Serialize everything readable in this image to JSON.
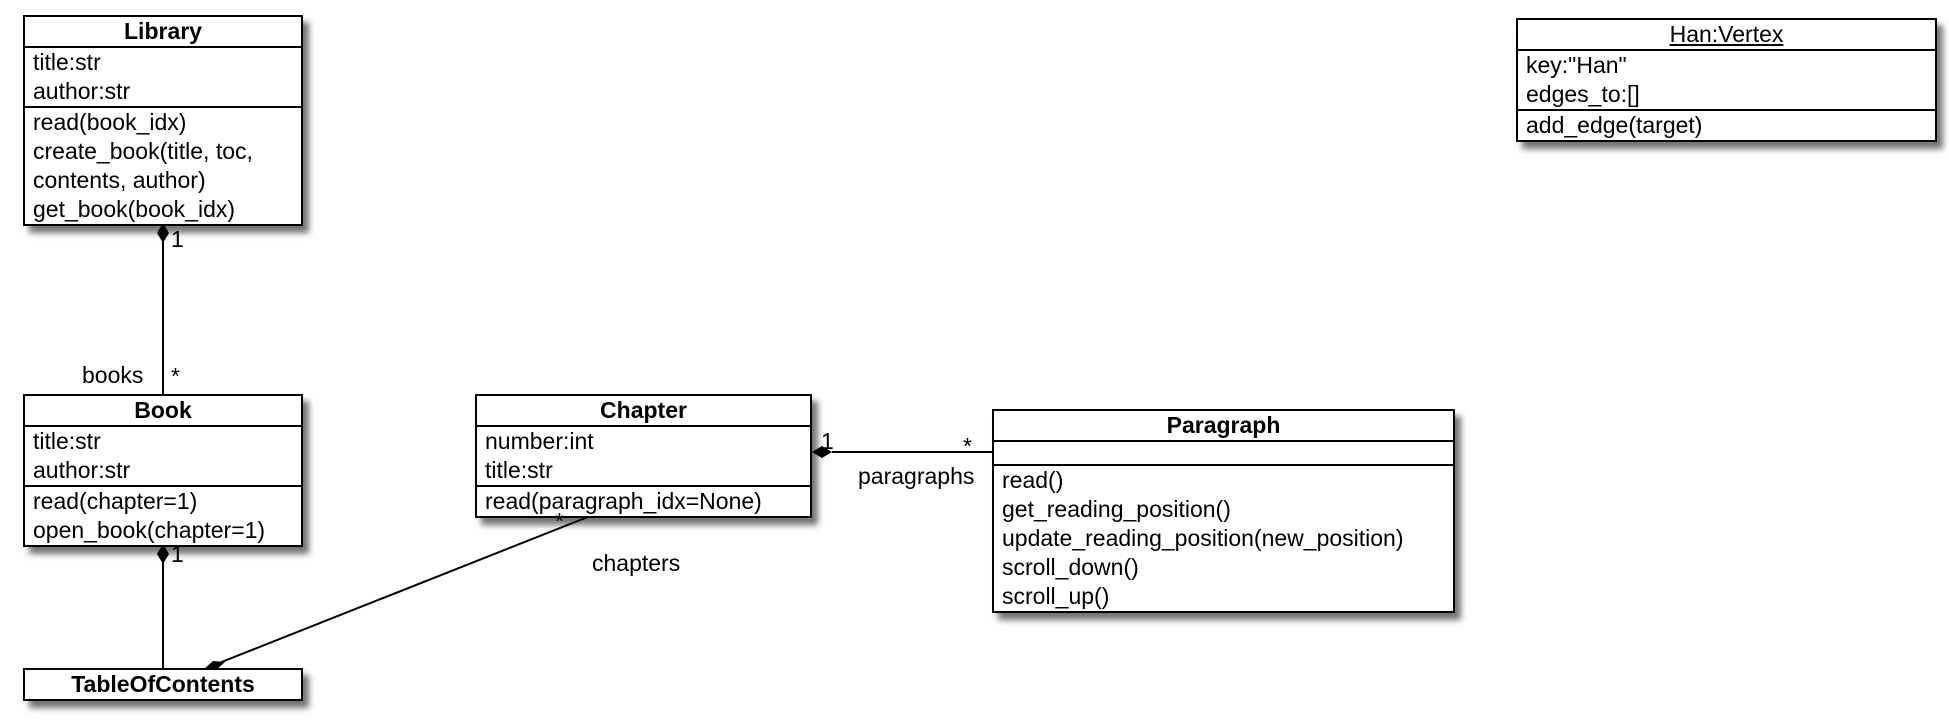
{
  "classes": {
    "library": {
      "name": "Library",
      "attributes": [
        "title:str",
        "author:str"
      ],
      "methods": [
        "read(book_idx)",
        "create_book(title, toc,",
        "contents, author)",
        "get_book(book_idx)"
      ]
    },
    "book": {
      "name": "Book",
      "attributes": [
        "title:str",
        "author:str"
      ],
      "methods": [
        "read(chapter=1)",
        "open_book(chapter=1)"
      ]
    },
    "table_of_contents": {
      "name": "TableOfContents"
    },
    "chapter": {
      "name": "Chapter",
      "attributes": [
        "number:int",
        "title:str"
      ],
      "methods": [
        "read(paragraph_idx=None)"
      ]
    },
    "paragraph": {
      "name": "Paragraph",
      "attributes": [],
      "methods": [
        "read()",
        "get_reading_position()",
        "update_reading_position(new_position)",
        "scroll_down()",
        "scroll_up()"
      ]
    },
    "han_vertex": {
      "name": "Han:Vertex",
      "attributes": [
        "key:\"Han\"",
        "edges_to:[]"
      ],
      "methods": [
        "add_edge(target)"
      ]
    }
  },
  "associations": {
    "library_book": {
      "role": "books",
      "source_multiplicity": "1",
      "target_multiplicity": "*",
      "kind": "composition"
    },
    "book_toc": {
      "source_multiplicity": "1",
      "kind": "composition"
    },
    "toc_chapter": {
      "role": "chapters",
      "target_multiplicity": "*",
      "kind": "composition"
    },
    "chapter_paragraph": {
      "role": "paragraphs",
      "source_multiplicity": "1",
      "target_multiplicity": "*",
      "kind": "composition"
    }
  }
}
